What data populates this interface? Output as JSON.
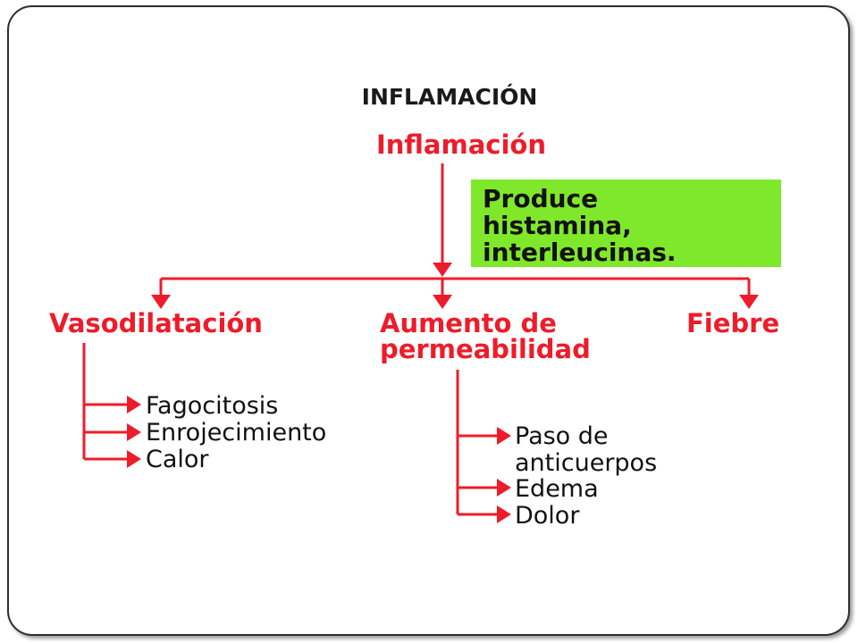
{
  "diagram": {
    "title": "INFLAMACIÓN",
    "root": "Inflamación",
    "note_lines": [
      "Produce",
      "histamina,",
      "interleucinas."
    ],
    "colors": {
      "accent": "#ee1c2a",
      "note_background": "#80e82a",
      "text": "#111111"
    },
    "branches": [
      {
        "label_lines": [
          "Vasodilatación"
        ],
        "children": [
          "Fagocitosis",
          "Enrojecimiento",
          "Calor"
        ]
      },
      {
        "label_lines": [
          "Aumento de",
          "permeabilidad"
        ],
        "children": [
          "Paso de anticuerpos",
          "Edema",
          "Dolor"
        ]
      },
      {
        "label_lines": [
          "Fiebre"
        ],
        "children": []
      }
    ],
    "leaf_lines": {
      "paso_de_anticuerpos": [
        "Paso de",
        "anticuerpos"
      ]
    }
  }
}
